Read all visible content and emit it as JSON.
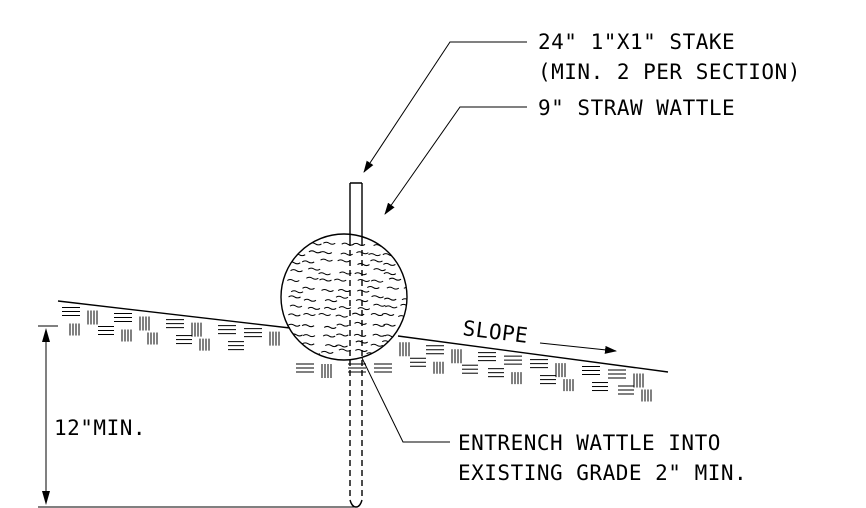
{
  "labels": {
    "stake_line1": "24\" 1\"X1\" STAKE",
    "stake_line2": "(MIN. 2 PER SECTION)",
    "wattle": "9\" STRAW WATTLE",
    "slope": "SLOPE",
    "depth": "12\"MIN.",
    "entrench_line1": "ENTRENCH WATTLE INTO",
    "entrench_line2": "EXISTING GRADE 2\" MIN."
  }
}
